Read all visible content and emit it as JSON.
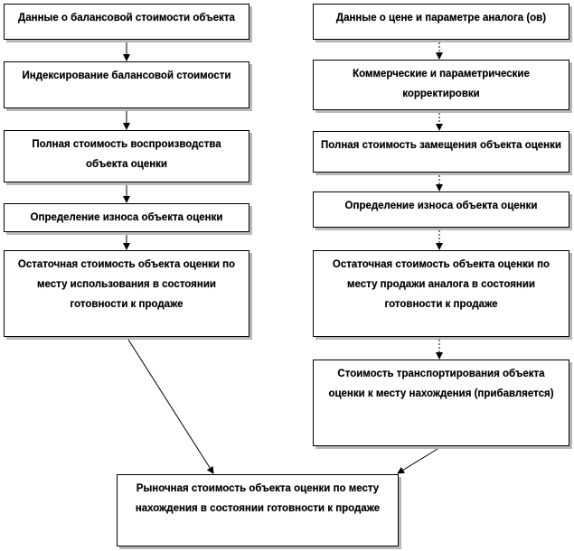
{
  "left_column": [
    {
      "id": "l1",
      "text": "Данные о балансовой стоимости объекта"
    },
    {
      "id": "l2",
      "text": "Индексирование балансовой стоимости"
    },
    {
      "id": "l3",
      "text": "Полная стоимость воспроизводства объекта оценки"
    },
    {
      "id": "l4",
      "text": "Определение износа объекта оценки"
    },
    {
      "id": "l5",
      "text": "Остаточная стоимость объекта оценки по месту использования в состоянии готовности к продаже"
    }
  ],
  "right_column": [
    {
      "id": "r1",
      "text": "Данные о цене и параметре аналога (ов)"
    },
    {
      "id": "r2",
      "text": "Коммерческие и параметрические корректировки"
    },
    {
      "id": "r3",
      "text": "Полная стоимость замещения объекта оценки"
    },
    {
      "id": "r4",
      "text": "Определение износа объекта оценки"
    },
    {
      "id": "r5",
      "text": "Остаточная стоимость объекта оценки по месту продажи аналога в состоянии готовности к продаже"
    },
    {
      "id": "r6",
      "text": "Стоимость транспортирования объекта оценки к месту нахождения (прибавляется)"
    }
  ],
  "result": {
    "id": "res",
    "text": "Рыночная стоимость объекта оценки по месту нахождения в состоянии готовности к продаже"
  },
  "colors": {
    "border": "#000000",
    "shadow": "#b8b8b8",
    "background": "#ffffff"
  }
}
